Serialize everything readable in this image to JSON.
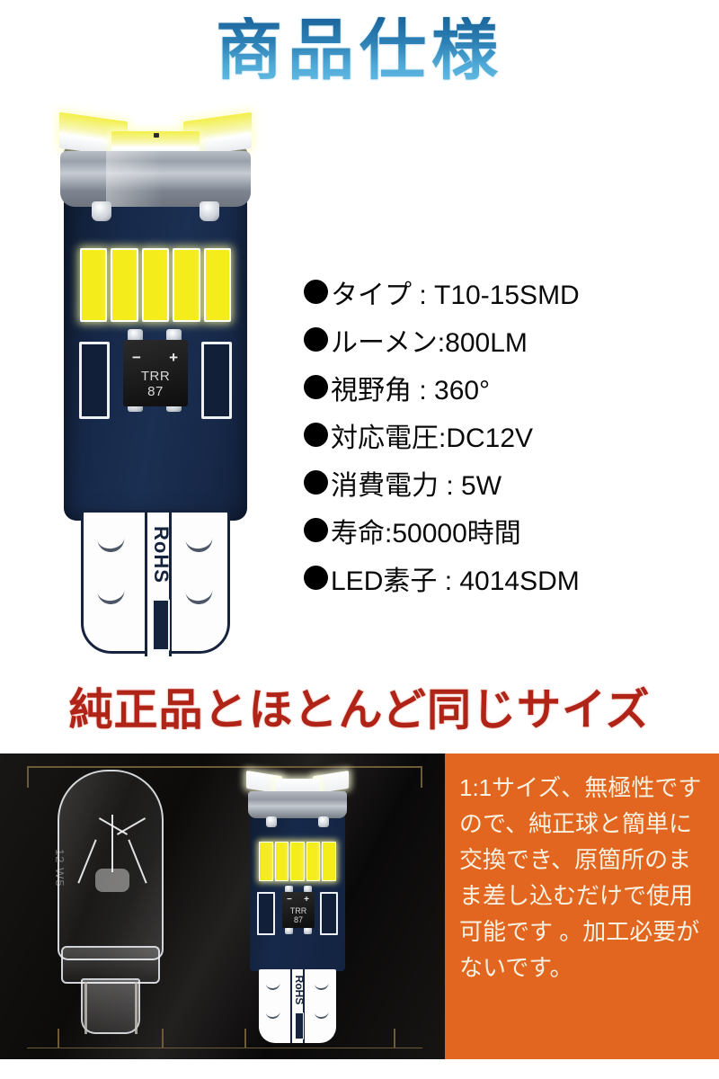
{
  "header": {
    "title": "商品仕様",
    "title_color": "#2d80b4"
  },
  "specs": {
    "bullet_glyph": "●",
    "items": [
      {
        "text": "タイプ : T10-15SMD"
      },
      {
        "text": "ルーメン:800LM"
      },
      {
        "text": "視野角 : 360°"
      },
      {
        "text": "対応電圧:DC12V"
      },
      {
        "text": "消費電力 : 5W"
      },
      {
        "text": "寿命:50000時間"
      },
      {
        "text": "LED素子 : 4014SDM"
      }
    ]
  },
  "bulb_graphic": {
    "ic_minus": "−",
    "ic_plus": "+",
    "ic_code_line1": "TRR",
    "ic_code_line2": "87",
    "base_label": "RoHS"
  },
  "compare": {
    "heading": "純正品とほとんど同じサイズ",
    "heading_color": "#b02418",
    "glass_bulb_etch": "12 W5",
    "photo_bg": "#0d0c0b",
    "panel_bg": "#e2661f",
    "panel_text": "1:1サイズ、無極性ですので、純正球と簡単に交換でき、原箇所のまま差し込むだけで使用可能です 。加工必要がないです。"
  }
}
